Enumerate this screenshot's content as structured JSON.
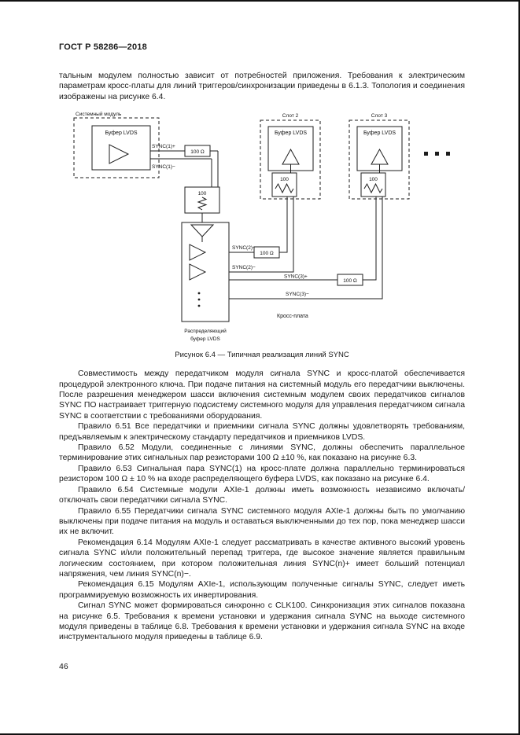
{
  "page": {
    "header": "ГОСТ Р 58286—2018",
    "number": "46"
  },
  "figure": {
    "caption": "Рисунок 6.4 — Типичная реализация линий SYNC",
    "labels": {
      "system_module": "Системный модуль",
      "buffer_lvds": "Буфер LVDS",
      "slot_2": "Слот 2",
      "slot_3": "Слот 3",
      "sync1_plus": "SYNC(1)+",
      "sync1_minus": "SYNC(1)−",
      "sync2_plus": "SYNC(2)+",
      "sync2_minus": "SYNC(2)−",
      "sync3_plus": "SYNC(3)+",
      "sync3_minus": "SYNC(3)−",
      "term_100ohm": "100 Ω",
      "res_100": "100",
      "crossplate": "Кросс-плата",
      "dist_buffer_1": "Распределяющий",
      "dist_buffer_2": "буфер LVDS"
    }
  },
  "paragraphs": [
    "тальным модулем полностью зависит от потребностей приложения. Требования к электрическим параметрам кросс-платы для линий триггеров/синхронизации приведены в 6.1.3. Топология и соединения изображены на рисунке 6.4.",
    "Совместимость между передатчиком модуля сигнала SYNC и кросс-платой обеспечивается процедурой электронного ключа. При подаче питания на системный модуль его передатчики выключены. После разрешения менеджером шасси включения системным модулем своих передатчиков сигналов SYNC ПО настраивает триггерную подсистему системного модуля для управления передатчиком сигнала SYNC в соответствии с требованиями оборудования.",
    "Правило 6.51 Все передатчики и приемники сигнала SYNC должны удовлетворять требованиям, предъявляемым к электрическому стандарту передатчиков и приемников LVDS.",
    "Правило 6.52 Модули, соединенные с линиями SYNC, должны обеспечить параллельное терминирование этих сигнальных пар резисторами 100 Ω ±10 %, как показано на рисунке 6.3.",
    "Правило 6.53 Сигнальная пара SYNC(1) на кросс-плате должна параллельно терминироваться резистором 100 Ω ± 10 % на входе распределяющего буфера LVDS, как показано на рисунке 6.4.",
    "Правило 6.54 Системные модули AXIe-1 должны иметь возможность независимо включать/отключать свои передатчики сигнала SYNC.",
    "Правило 6.55 Передатчики сигнала SYNC системного модуля AXIe-1 должны быть по умолчанию выключены при подаче питания на модуль и оставаться выключенными до тех пор, пока менеджер шасси их не включит.",
    "Рекомендация 6.14 Модулям AXIe-1 следует рассматривать в качестве активного высокий уровень сигнала SYNC и/или положительный перепад триггера, где высокое значение является правильным логическим состоянием, при котором положительная линия SYNC(n)+ имеет больший потенциал напряжения, чем линия SYNC(n)−.",
    "Рекомендация 6.15 Модулям AXIe-1, использующим полученные сигналы SYNC, следует иметь программируемую возможность их инвертирования.",
    "Сигнал SYNC может формироваться синхронно с CLK100. Синхронизация этих сигналов показана на рисунке 6.5. Требования к времени установки и удержания сигнала SYNC на выходе системного модуля приведены в таблице 6.8. Требования к времени установки и удержания сигнала SYNC на входе инструментального модуля приведены в таблице 6.9."
  ]
}
